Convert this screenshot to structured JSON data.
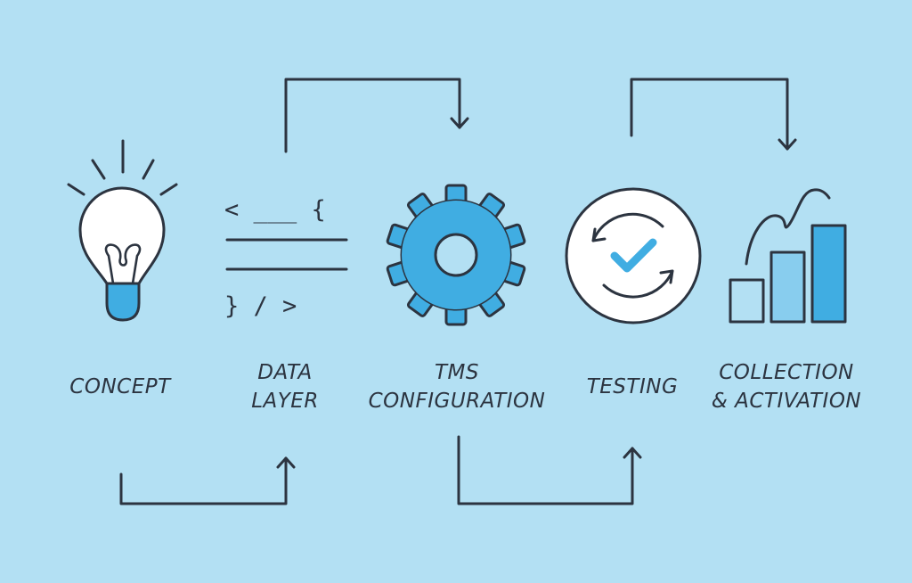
{
  "colors": {
    "background": "#b3e0f3",
    "stroke": "#2c3440",
    "accent": "#40ade2",
    "accent_light": "#88cdee",
    "white": "#ffffff"
  },
  "steps": [
    {
      "lines": [
        "CONCEPT"
      ],
      "icon": "lightbulb-icon"
    },
    {
      "lines": [
        "DATA",
        "LAYER"
      ],
      "icon": "code-icon"
    },
    {
      "lines": [
        "TMS",
        "CONFIGURATION"
      ],
      "icon": "gear-icon"
    },
    {
      "lines": [
        "TESTING"
      ],
      "icon": "refresh-check-icon"
    },
    {
      "lines": [
        "COLLECTION",
        "& ACTIVATION"
      ],
      "icon": "bar-chart-icon"
    }
  ],
  "code_icon": {
    "top_line": "< ___ {",
    "bottom_line": "} / >"
  }
}
